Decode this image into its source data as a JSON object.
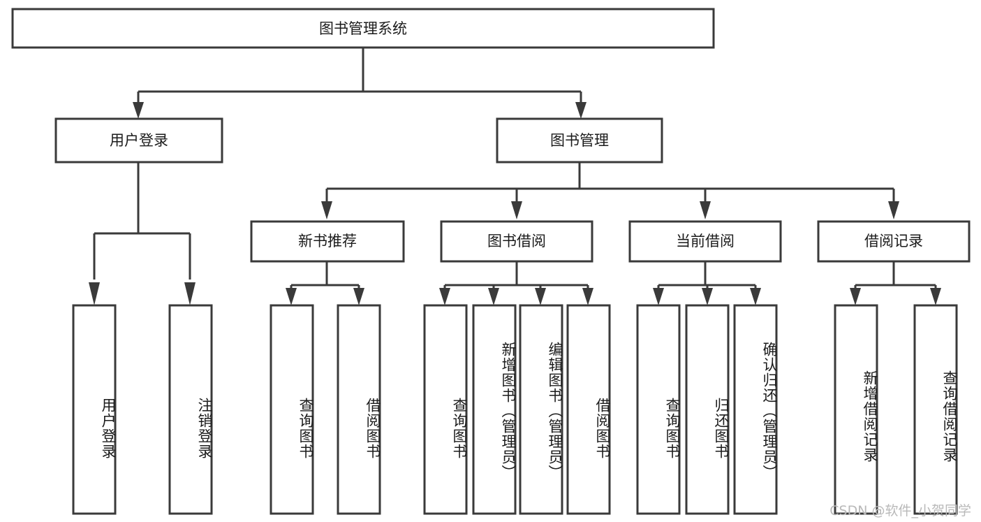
{
  "diagram": {
    "type": "tree-hierarchy",
    "orientation": "top-down",
    "root": {
      "label": "图书管理系统"
    },
    "level2": [
      {
        "label": "用户登录"
      },
      {
        "label": "图书管理"
      }
    ],
    "level3": [
      {
        "label": "新书推荐"
      },
      {
        "label": "图书借阅"
      },
      {
        "label": "当前借阅"
      },
      {
        "label": "借阅记录"
      }
    ],
    "leaves": {
      "user_login": [
        {
          "label": "用户登录"
        },
        {
          "label": "注销登录"
        }
      ],
      "new_book_recommend": [
        {
          "label": "查询图书"
        },
        {
          "label": "借阅图书"
        }
      ],
      "book_borrow": [
        {
          "label": "查询图书"
        },
        {
          "label": "新增图书（管理员）"
        },
        {
          "label": "编辑图书（管理员）"
        },
        {
          "label": "借阅图书"
        }
      ],
      "current_borrow": [
        {
          "label": "查询图书"
        },
        {
          "label": "归还图书"
        },
        {
          "label": "确认归还（管理员）"
        }
      ],
      "borrow_record": [
        {
          "label": "新增借阅记录"
        },
        {
          "label": "查询借阅记录"
        }
      ]
    }
  },
  "watermark": {
    "text": "CSDN @软件_小贺同学"
  },
  "colors": {
    "stroke": "#3a3a3a",
    "fill": "#ffffff",
    "text": "#1b1b1b",
    "watermark": "#b9b9b9"
  }
}
